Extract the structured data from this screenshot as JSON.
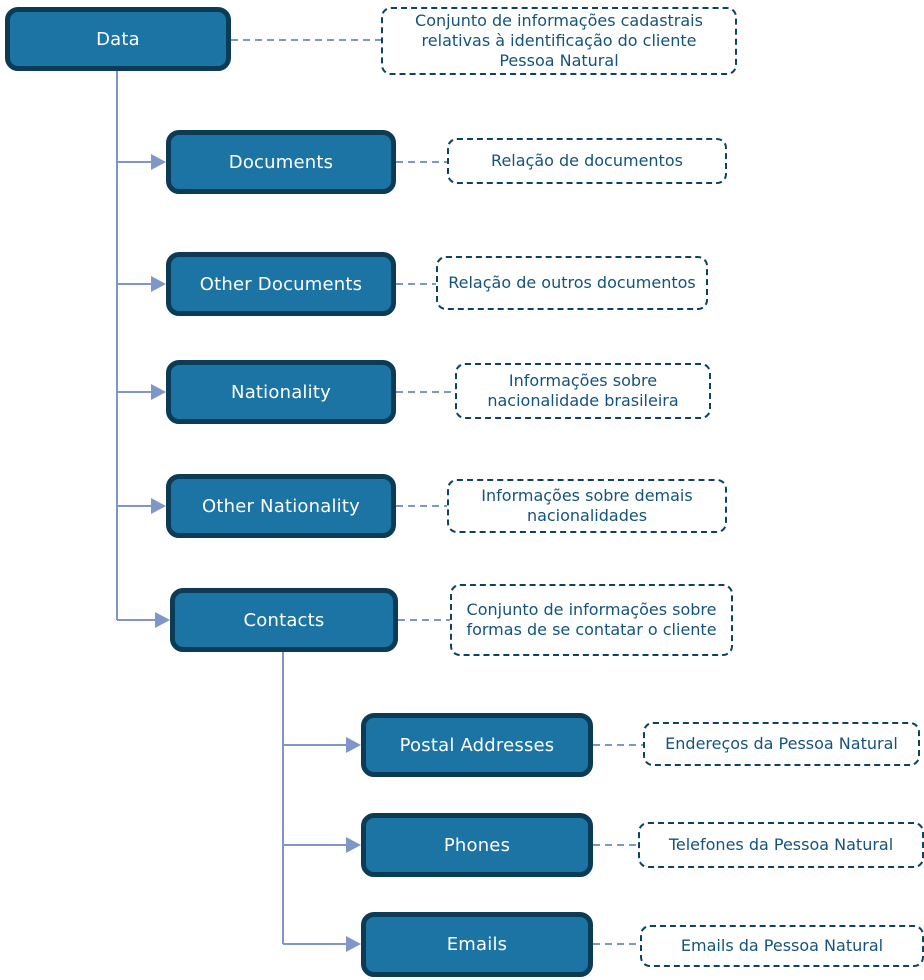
{
  "theme": {
    "background": "#FFFFFF",
    "node_fill": "#1B74A3",
    "node_border": "#0C3C55",
    "node_text": "#FFFFFF",
    "annotation_border": "#0E4263",
    "annotation_text": "#14537C",
    "connector": "#7E97C8"
  },
  "tree": {
    "root": {
      "label": "Data",
      "description": "Conjunto de informações cadastrais relativas à identificação do cliente Pessoa Natural"
    },
    "children": [
      {
        "label": "Documents",
        "description": "Relação de documentos"
      },
      {
        "label": "Other Documents",
        "description": "Relação de outros documentos"
      },
      {
        "label": "Nationality",
        "description": "Informações sobre nacionalidade brasileira"
      },
      {
        "label": "Other Nationality",
        "description": "Informações sobre demais nacionalidades"
      },
      {
        "label": "Contacts",
        "description": "Conjunto de informações sobre formas de se contatar o cliente",
        "children": [
          {
            "label": "Postal Addresses",
            "description": "Endereços da Pessoa Natural"
          },
          {
            "label": "Phones",
            "description": "Telefones da Pessoa Natural"
          },
          {
            "label": "Emails",
            "description": "Emails da Pessoa Natural"
          }
        ]
      }
    ]
  }
}
